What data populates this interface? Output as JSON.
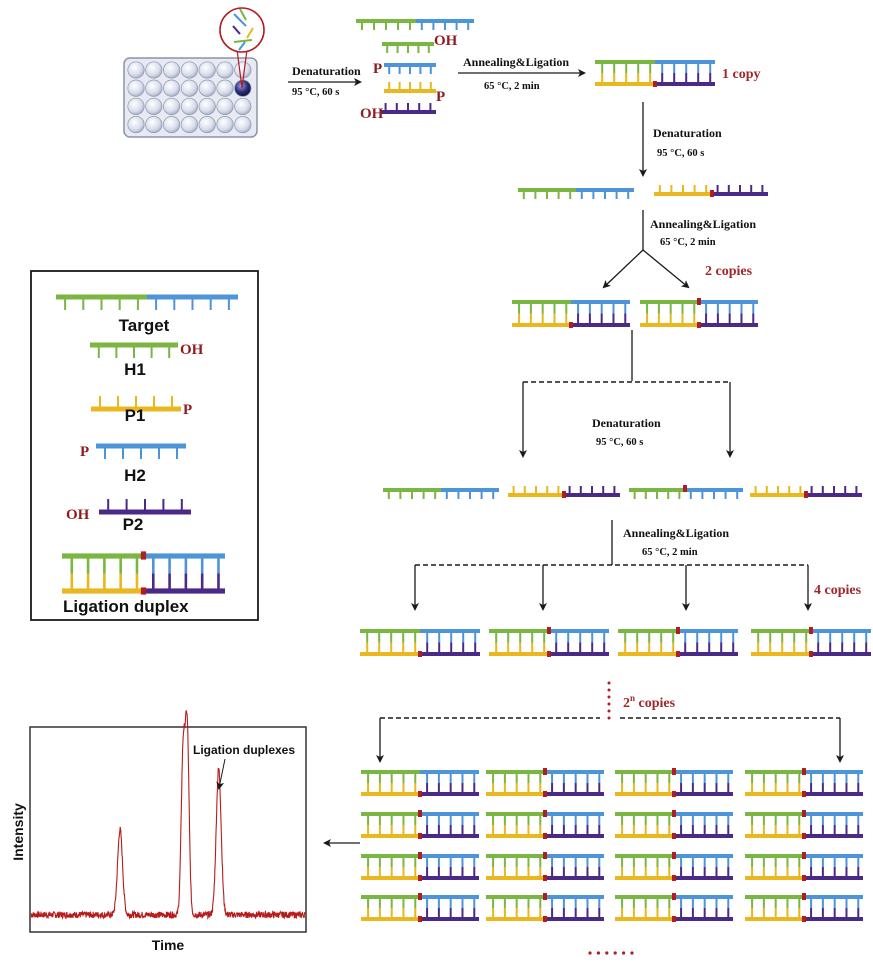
{
  "colors": {
    "green": "#7ab642",
    "blue": "#4d95d8",
    "yellow": "#e8b81e",
    "purple": "#4a2a86",
    "ligation": "#b01e24",
    "modifier": "#8e1c1f",
    "copies": "#a3272a",
    "trace": "#b71c1c",
    "line": "#1a1a1a"
  },
  "steps": {
    "denaturation": "Denaturation",
    "denaturation_cond": "95 °C, 60 s",
    "annealing": "Annealing&Ligation",
    "annealing_cond": "65 °C, 2 min"
  },
  "copies": {
    "one": "1 copy",
    "two": "2 copies",
    "four": "4 copies",
    "n_prefix": "2",
    "n_sup": "n",
    "n_suffix": " copies"
  },
  "modifiers": {
    "oh": "OH",
    "p": "P"
  },
  "legend": {
    "items": [
      {
        "label": "Target"
      },
      {
        "label": "H1",
        "modifier": "OH"
      },
      {
        "label": "P1",
        "modifier": "P"
      },
      {
        "label": "H2",
        "modifier": "P"
      },
      {
        "label": "P2",
        "modifier": "OH"
      },
      {
        "label": "Ligation duplex"
      }
    ]
  },
  "chart_data": {
    "type": "line",
    "title": "",
    "xlabel": "Time",
    "ylabel": "Intensity",
    "annotation": "Ligation duplexes",
    "grid": false,
    "x_range": [
      0,
      100
    ],
    "y_range": [
      0,
      100
    ],
    "baseline": 8,
    "peaks": [
      {
        "x": 32.5,
        "height": 42,
        "width": 0.9
      },
      {
        "x": 55.5,
        "height": 78,
        "width": 0.7
      },
      {
        "x": 57.0,
        "height": 90,
        "width": 0.7
      },
      {
        "x": 68.5,
        "height": 72,
        "width": 0.9
      }
    ]
  },
  "footer": {
    "ellipsis": "......"
  }
}
